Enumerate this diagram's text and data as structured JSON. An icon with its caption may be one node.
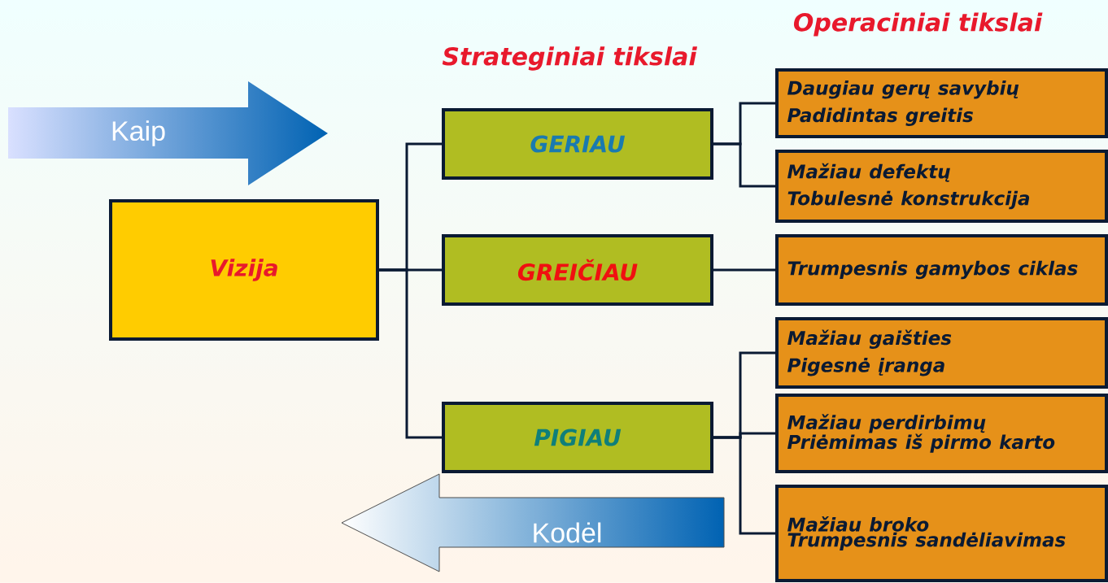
{
  "diagram": {
    "nodes": [
      {
        "text": [
          "Kaip"
        ]
      },
      {
        "text": [
          "Vizija"
        ]
      },
      {
        "text": [
          "GERIAU"
        ]
      },
      {
        "text": [
          "GREIČIAU"
        ]
      },
      {
        "text": [
          "PIGIAU"
        ]
      },
      {
        "text": [
          "Daugiau gerų savybių",
          "Padidintas greitis"
        ]
      },
      {
        "text": [
          "Mažiau defektų",
          "Tobulesnė konstrukcija"
        ]
      },
      {
        "text": [
          "Trumpesnis gamybos ciklas"
        ]
      },
      {
        "text": [
          "Mažiau gaišties",
          "Pigesnė įranga"
        ]
      },
      {
        "text": [
          "Mažiau perdirbimų",
          "Priėmimas iš pirmo karto"
        ]
      },
      {
        "text": [
          "Mažiau broko",
          "Trumpesnis sandėliavimas"
        ]
      },
      {
        "text": [
          "Kodėl"
        ]
      }
    ],
    "edges": [
      {
        "from": 1,
        "to": 2,
        "arrow": "none"
      },
      {
        "from": 1,
        "to": 3,
        "arrow": "none"
      },
      {
        "from": 1,
        "to": 4,
        "arrow": "none"
      },
      {
        "from": 2,
        "to": 5,
        "arrow": "none"
      },
      {
        "from": 2,
        "to": 6,
        "arrow": "none"
      },
      {
        "from": 3,
        "to": 7,
        "arrow": "none"
      },
      {
        "from": 4,
        "to": 8,
        "arrow": "none"
      },
      {
        "from": 4,
        "to": 9,
        "arrow": "none"
      },
      {
        "from": 4,
        "to": 10,
        "arrow": "none"
      }
    ],
    "labels": [
      "Operaciniai tikslai",
      "Strateginiai tikslai"
    ]
  }
}
